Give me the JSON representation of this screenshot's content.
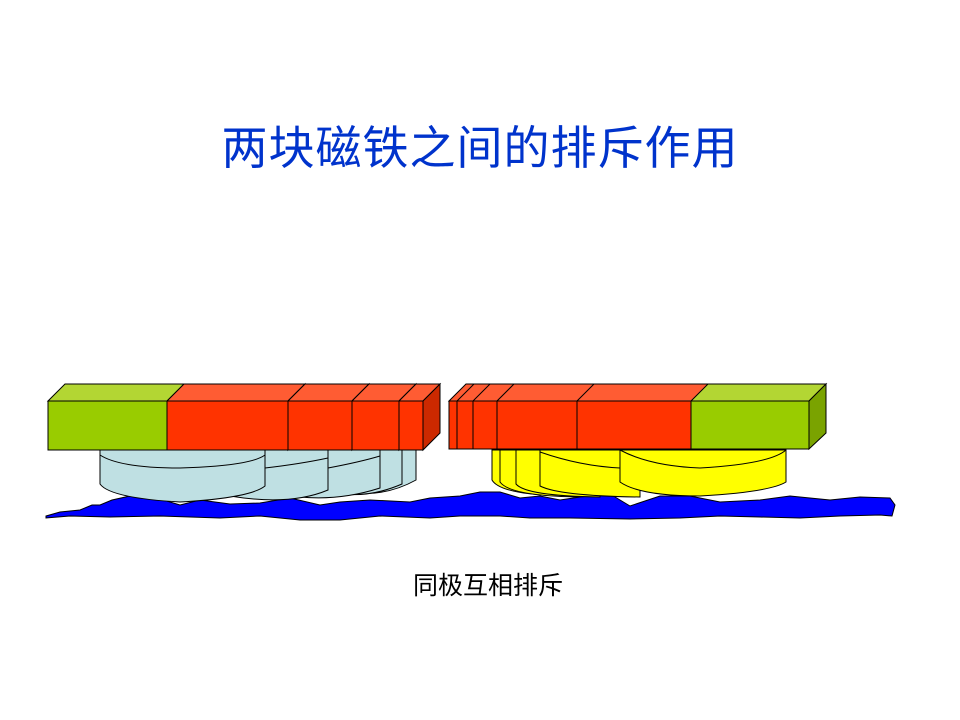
{
  "slide": {
    "title": "两块磁铁之间的排斥作用",
    "caption": "同极互相排斥"
  },
  "colors": {
    "title": "#0033cc",
    "magnet_green_front": "#99cc00",
    "magnet_green_top": "#b3d633",
    "magnet_green_side": "#7aa300",
    "magnet_red_front": "#ff3300",
    "magnet_red_top": "#ff5c33",
    "magnet_red_side": "#cc2900",
    "float_left": "#bfe0e3",
    "float_left_top": "#d6eaed",
    "float_right": "#ffff00",
    "float_right_top": "#ffff66",
    "water": "#0000ff"
  },
  "diagram": {
    "left_magnet": {
      "pole_end": "green",
      "body": "red",
      "float": "light-blue"
    },
    "right_magnet": {
      "pole_end": "green",
      "body": "red",
      "float": "yellow"
    },
    "water": "blue-wave"
  }
}
